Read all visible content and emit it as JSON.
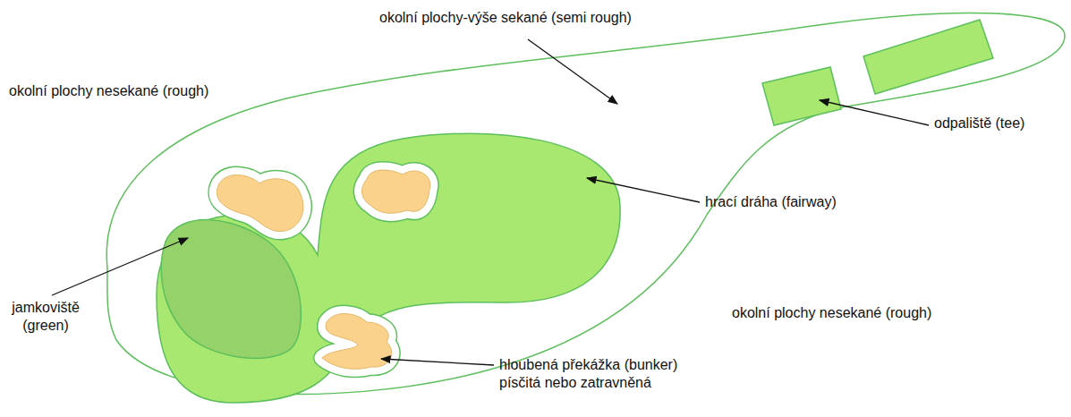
{
  "diagram": {
    "labels": [
      "okolní plochy-výše sekané (semi rough)",
      "okolní plochy nesekané (rough)",
      "odpaliště (tee)",
      "hrací dráha (fairway)",
      "jamkoviště (green)",
      "okolní plochy nesekané (rough)",
      "hloubená překážka (bunker) písčitá nebo zatravněná"
    ]
  }
}
